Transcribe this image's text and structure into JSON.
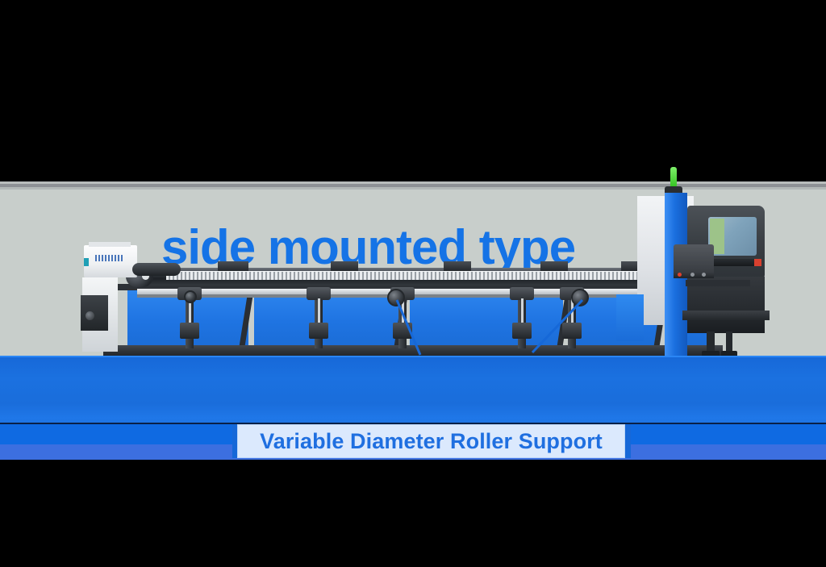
{
  "page": {
    "title": "Variable Diameter Roller Support",
    "background_color": "#000000"
  },
  "bands": {
    "upper_photo_background": "#c8cecb",
    "lower_panel_background": "#1668d8"
  },
  "watermark": {
    "text": "side mounted type",
    "color": "#1573e6"
  },
  "machine": {
    "name": "tube laser cutting machine",
    "body_color": "#2e86ef",
    "frame_color": "#2d3136",
    "signal_tower_color": "#32c11f",
    "left_unit_label": "chuck head unit",
    "right_unit_label": "cutting head enclosure",
    "stations": [
      {
        "label": "roller support station 1"
      },
      {
        "label": "roller support station 2"
      },
      {
        "label": "roller support station 3"
      },
      {
        "label": "roller support station 4"
      },
      {
        "label": "roller support station 5"
      }
    ]
  },
  "callouts": [
    {
      "label": "roller support callout left"
    },
    {
      "label": "roller support callout right"
    }
  ],
  "caption": {
    "label": "Variable Diameter Roller Support",
    "text_color": "#1f6fe0",
    "background_color": "#dbe9fd",
    "accent_color": "#1668d8"
  }
}
